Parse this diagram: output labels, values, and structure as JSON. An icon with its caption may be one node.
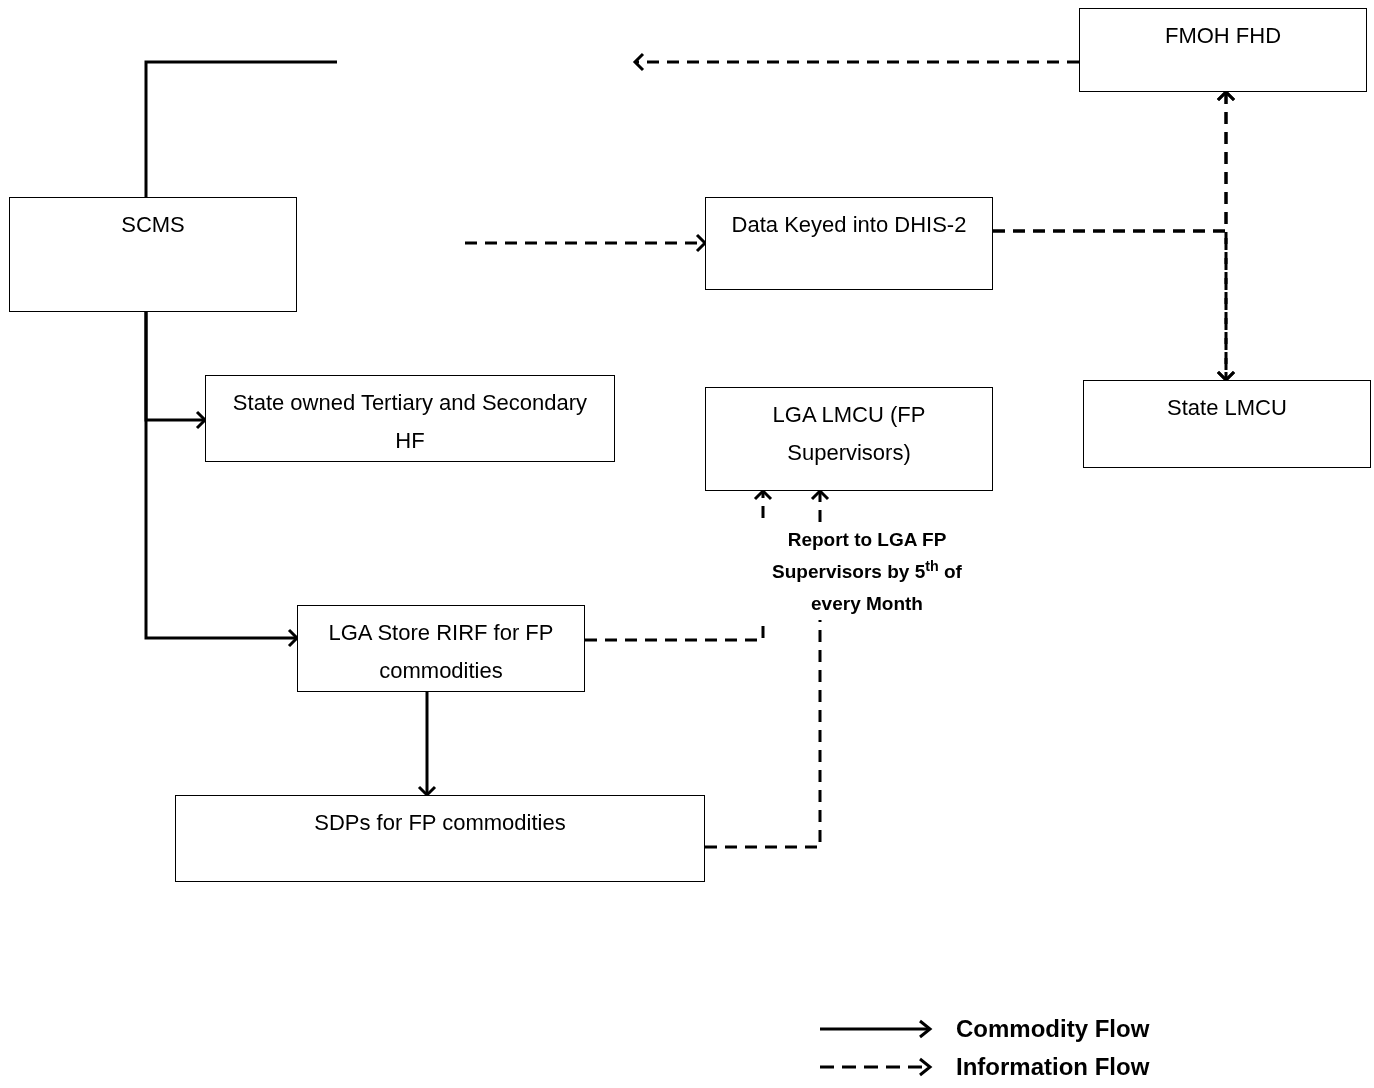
{
  "diagram": {
    "nodes": [
      {
        "text": [
          "FMOH FHD"
        ]
      },
      {
        "text": [
          "SCMS"
        ]
      },
      {
        "text": [
          "Data Keyed into DHIS-2"
        ]
      },
      {
        "text": [
          "State owned Tertiary and Secondary HF"
        ]
      },
      {
        "text": [
          "LGA LMCU (FP Supervisors)"
        ]
      },
      {
        "text": [
          "State LMCU"
        ]
      },
      {
        "text": [
          "LGA Store RIRF for FP commodities"
        ]
      },
      {
        "text": [
          "SDPs for FP commodities"
        ]
      }
    ],
    "edges": [
      {
        "from": 1,
        "to": null,
        "arrow": "none"
      },
      {
        "from": 0,
        "to": null,
        "arrow": "to",
        "style": "dashed"
      },
      {
        "from": null,
        "to": 2,
        "arrow": "to",
        "style": "dashed"
      },
      {
        "from": 0,
        "to": 5,
        "arrow": "both",
        "style": "dashed"
      },
      {
        "from": 2,
        "to": 0,
        "arrow": "to",
        "style": "dashed"
      },
      {
        "from": 2,
        "to": 5,
        "arrow": "to",
        "style": "dashed"
      },
      {
        "from": 1,
        "to": 3,
        "arrow": "to"
      },
      {
        "from": 1,
        "to": 6,
        "arrow": "to"
      },
      {
        "from": 6,
        "to": 7,
        "arrow": "to"
      },
      {
        "from": 6,
        "to": 4,
        "arrow": "to",
        "style": "dashed"
      },
      {
        "from": 7,
        "to": 4,
        "arrow": "to",
        "style": "dashed",
        "label": "Report to LGA FP Supervisors by 5$^{th}$ of every Month"
      }
    ],
    "legend": [
      {
        "text": "Commodity Flow"
      },
      {
        "text": "Information Flow"
      }
    ]
  }
}
